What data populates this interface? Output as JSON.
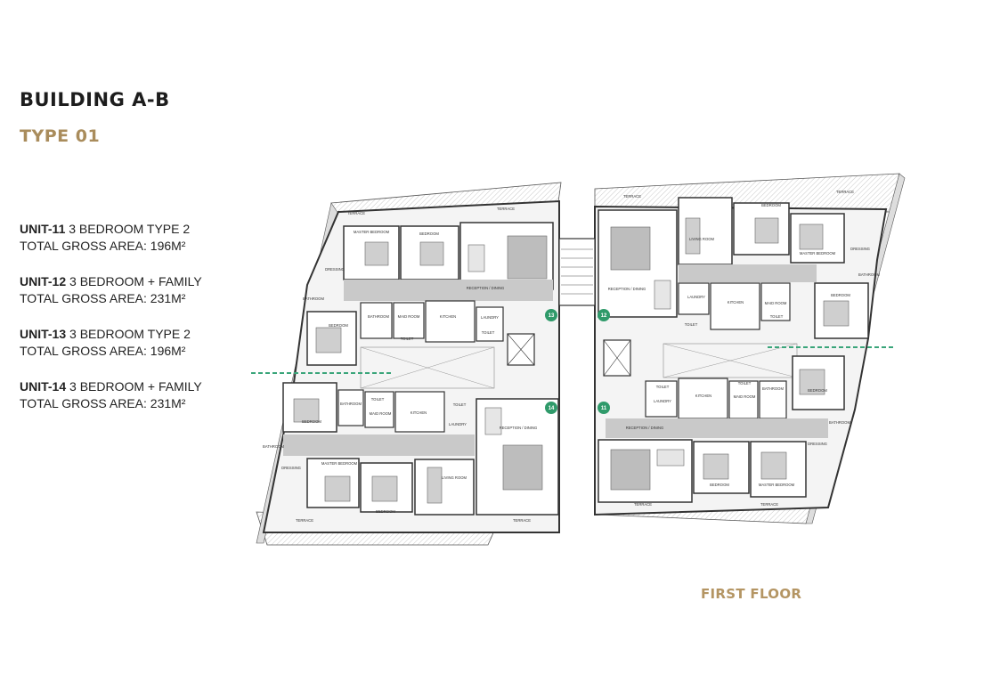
{
  "title": "BUILDING A-B",
  "subtitle": "TYPE 01",
  "units": [
    {
      "code": "UNIT-11",
      "desc": "3 BEDROOM TYPE 2",
      "area": "TOTAL GROSS AREA: 196M²"
    },
    {
      "code": "UNIT-12",
      "desc": "3 BEDROOM + FAMILY",
      "area": "TOTAL GROSS AREA: 231M²"
    },
    {
      "code": "UNIT-13",
      "desc": "3 BEDROOM TYPE 2",
      "area": "TOTAL GROSS AREA: 196M²"
    },
    {
      "code": "UNIT-14",
      "desc": "3 BEDROOM + FAMILY",
      "area": "TOTAL GROSS AREA: 231M²"
    }
  ],
  "floor_label": "FIRST FLOOR",
  "plan": {
    "badges": [
      "13",
      "12",
      "14",
      "11"
    ],
    "rooms": {
      "terrace": "TERRACE",
      "master_bedroom": "MASTER BEDROOM",
      "bedroom": "BEDROOM",
      "reception_dining": "RECEPTION / DINING",
      "living_room": "LIVING ROOM",
      "kitchen": "KITCHEN",
      "maid_room": "MAID ROOM",
      "toilet": "TOILET",
      "laundry": "LAUNDRY",
      "bathroom": "BATHROOM",
      "dressing": "DRESSING",
      "reception": "RECEPTION"
    }
  },
  "colors": {
    "title": "#1d1d1d",
    "accent_gold": "#a98c5c",
    "badge_green": "#2f9a6a",
    "wall": "#3a3a3a",
    "circulation": "#c9c9c9",
    "dashed_line": "#3aa57a"
  }
}
